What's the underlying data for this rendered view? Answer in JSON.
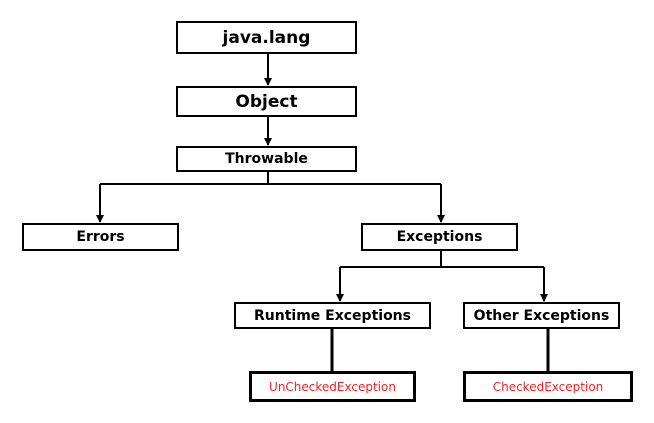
{
  "colors": {
    "stroke": "#000000",
    "box_fill": "#ffffff",
    "highlight_text": "#e8262a"
  },
  "nodes": {
    "java_lang": "java.lang",
    "object": "Object",
    "throwable": "Throwable",
    "errors": "Errors",
    "exceptions": "Exceptions",
    "runtime_exceptions": "Runtime Exceptions",
    "other_exceptions": "Other Exceptions",
    "unchecked_exception": "UnCheckedException",
    "checked_exception": "CheckedException"
  }
}
